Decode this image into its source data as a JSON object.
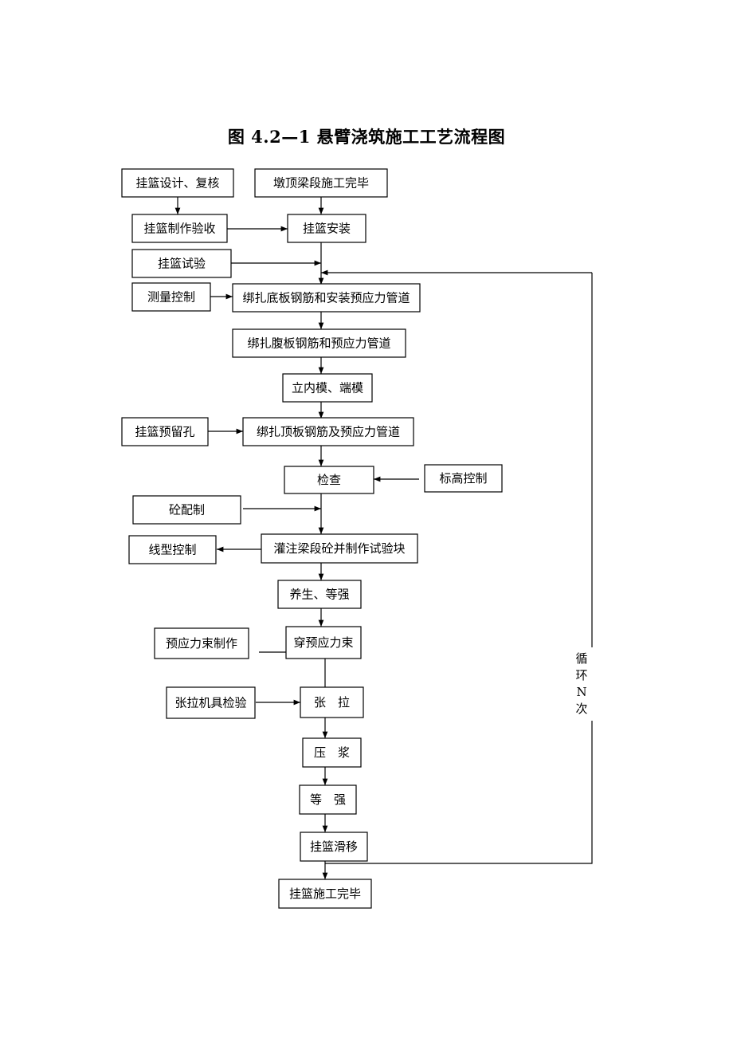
{
  "title": "图 4.2—1 悬臂浇筑施工工艺流程图",
  "nodes": {
    "hanger_design": "挂篮设计、复核",
    "pier_top_done": "墩顶梁段施工完毕",
    "hanger_fabrication": "挂篮制作验收",
    "hanger_install": "挂篮安装",
    "hanger_test": "挂篮试验",
    "survey_control": "测量控制",
    "bottom_rebar": "绑扎底板钢筋和安装预应力管道",
    "web_rebar": "绑扎腹板钢筋和预应力管道",
    "inner_formwork": "立内模、端模",
    "reserved_holes": "挂篮预留孔",
    "top_rebar": "绑扎顶板钢筋及预应力管道",
    "inspection": "检查",
    "elevation_control": "标高控制",
    "concrete_mix": "砼配制",
    "alignment_control": "线型控制",
    "pour_concrete": "灌注梁段砼并制作试验块",
    "curing": "养生、等强",
    "strand_making": "预应力束制作",
    "thread_strands": "穿预应力束",
    "jack_check": "张拉机具检验",
    "tensioning": "张　拉",
    "grouting": "压　浆",
    "wait_strength": "等　强",
    "hanger_move": "挂篮滑移",
    "hanger_done": "挂篮施工完毕"
  },
  "loop_label": [
    "循",
    "环",
    "N",
    "次"
  ]
}
